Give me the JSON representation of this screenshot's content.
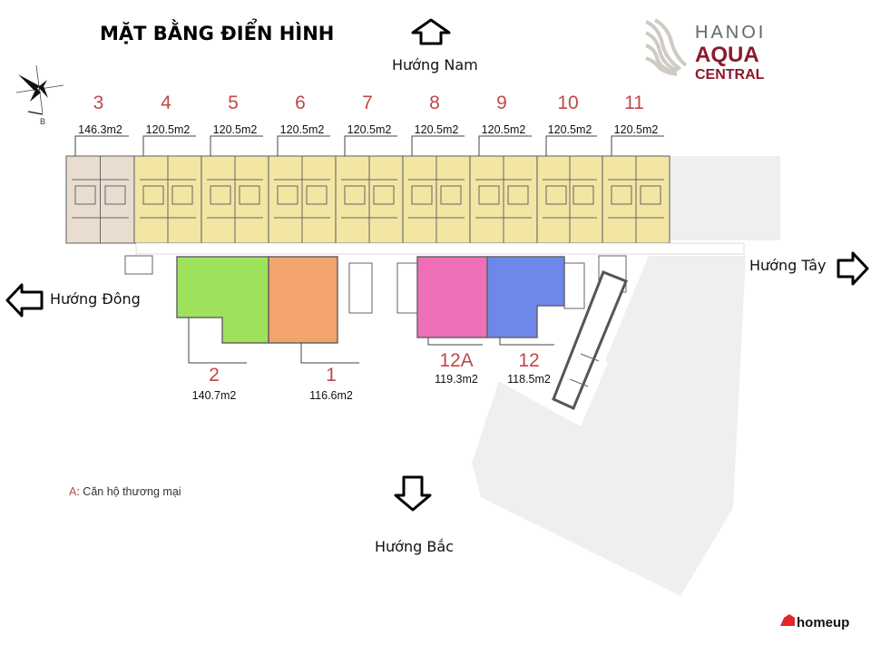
{
  "title": "MẶT BẰNG ĐIỂN HÌNH",
  "directions": {
    "south": "Hướng Nam",
    "west": "Hướng Tây",
    "east": "Hướng Đông",
    "north": "Hướng Bắc"
  },
  "compass_label": "B",
  "logo": {
    "line1": "HANOI",
    "line2": "AQUA",
    "line3": "CENTRAL",
    "color": "#8b1a2b"
  },
  "top_units": [
    {
      "number": "3",
      "area": "146.3m2",
      "color": "#e9ddd0"
    },
    {
      "number": "4",
      "area": "120.5m2",
      "color": "#f3e6a3"
    },
    {
      "number": "5",
      "area": "120.5m2",
      "color": "#f3e6a3"
    },
    {
      "number": "6",
      "area": "120.5m2",
      "color": "#f3e6a3"
    },
    {
      "number": "7",
      "area": "120.5m2",
      "color": "#f3e6a3"
    },
    {
      "number": "8",
      "area": "120.5m2",
      "color": "#f3e6a3"
    },
    {
      "number": "9",
      "area": "120.5m2",
      "color": "#f3e6a3"
    },
    {
      "number": "10",
      "area": "120.5m2",
      "color": "#f3e6a3"
    },
    {
      "number": "11",
      "area": "120.5m2",
      "color": "#f3e6a3"
    }
  ],
  "bottom_units": [
    {
      "number": "2",
      "area": "140.7m2",
      "color": "#9ee25c"
    },
    {
      "number": "1",
      "area": "116.6m2",
      "color": "#f3a36e"
    },
    {
      "number": "12A",
      "area": "119.3m2",
      "color": "#ee6fb8"
    },
    {
      "number": "12",
      "area": "118.5m2",
      "color": "#6d87ea"
    }
  ],
  "legend": {
    "key": "A",
    "text": ": Căn hộ thương mại"
  },
  "watermark": "homeup"
}
